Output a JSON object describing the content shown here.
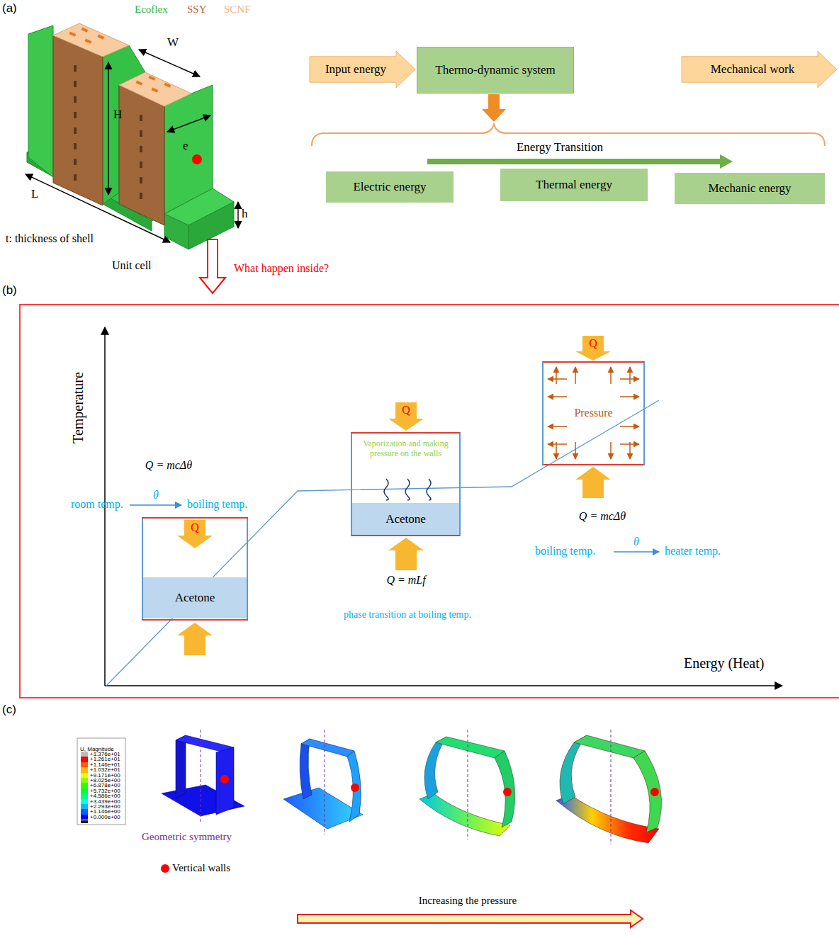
{
  "diagram": {
    "nodes": [
      {
        "text": [
          "Input energy"
        ]
      },
      {
        "text": [
          "Thermo-dynamic system"
        ]
      },
      {
        "text": [
          "Mechanical work"
        ]
      },
      {
        "text": [
          "Electric energy"
        ]
      },
      {
        "text": [
          "Thermal energy"
        ]
      },
      {
        "text": [
          "Mechanic energy"
        ]
      },
      {
        "text": [
          "Acetone"
        ]
      },
      {
        "text": [
          "Vaporization and making pressure on the walls"
        ]
      },
      {
        "text": [
          "Acetone"
        ],
        "in": 7
      },
      {
        "text": [
          "Pressure"
        ]
      }
    ],
    "labels": [
      "(a)",
      "Ecoflex",
      "SSY",
      "SCNF",
      "W",
      "H",
      "e",
      "L",
      "h",
      "t: thickness of shell",
      "Unit cell",
      "What happen inside?",
      "Energy Transition",
      "(b)",
      "Temperature",
      "Q = mcΔθ",
      "room temp.",
      "θ",
      "boiling temp.",
      "Q",
      "Q",
      "Q = mLf",
      "phase transition at boiling temp.",
      "Q",
      "Q = mcΔθ",
      "boiling temp.",
      "θ",
      "heater temp.",
      "Energy (Heat)",
      "(c)",
      "U, Magnitude",
      "Geometric symmetry",
      "Increasing the pressure"
    ],
    "legend": [
      {
        "text": "+1.376e+01",
        "color": "#bdbdbd"
      },
      {
        "text": "+1.261e+01",
        "color": "#ff0000"
      },
      {
        "text": "+1.146e+01",
        "color": "#ff5d00"
      },
      {
        "text": "+1.032e+01",
        "color": "#ffb900"
      },
      {
        "text": "+9.171e+00",
        "color": "#e8ff00"
      },
      {
        "text": "+8.025e+00",
        "color": "#8bff00"
      },
      {
        "text": "+6.878e+00",
        "color": "#2eff00"
      },
      {
        "text": "+5.732e+00",
        "color": "#00ff2e"
      },
      {
        "text": "+4.586e+00",
        "color": "#00ff8b"
      },
      {
        "text": "+3.439e+00",
        "color": "#00ffe8"
      },
      {
        "text": "+2.293e+00",
        "color": "#00b9ff"
      },
      {
        "text": "+1.146e+00",
        "color": "#005dff"
      },
      {
        "text": "+0.000e+00",
        "color": "#0000ff"
      },
      {
        "text": "Vertical walls"
      }
    ]
  }
}
